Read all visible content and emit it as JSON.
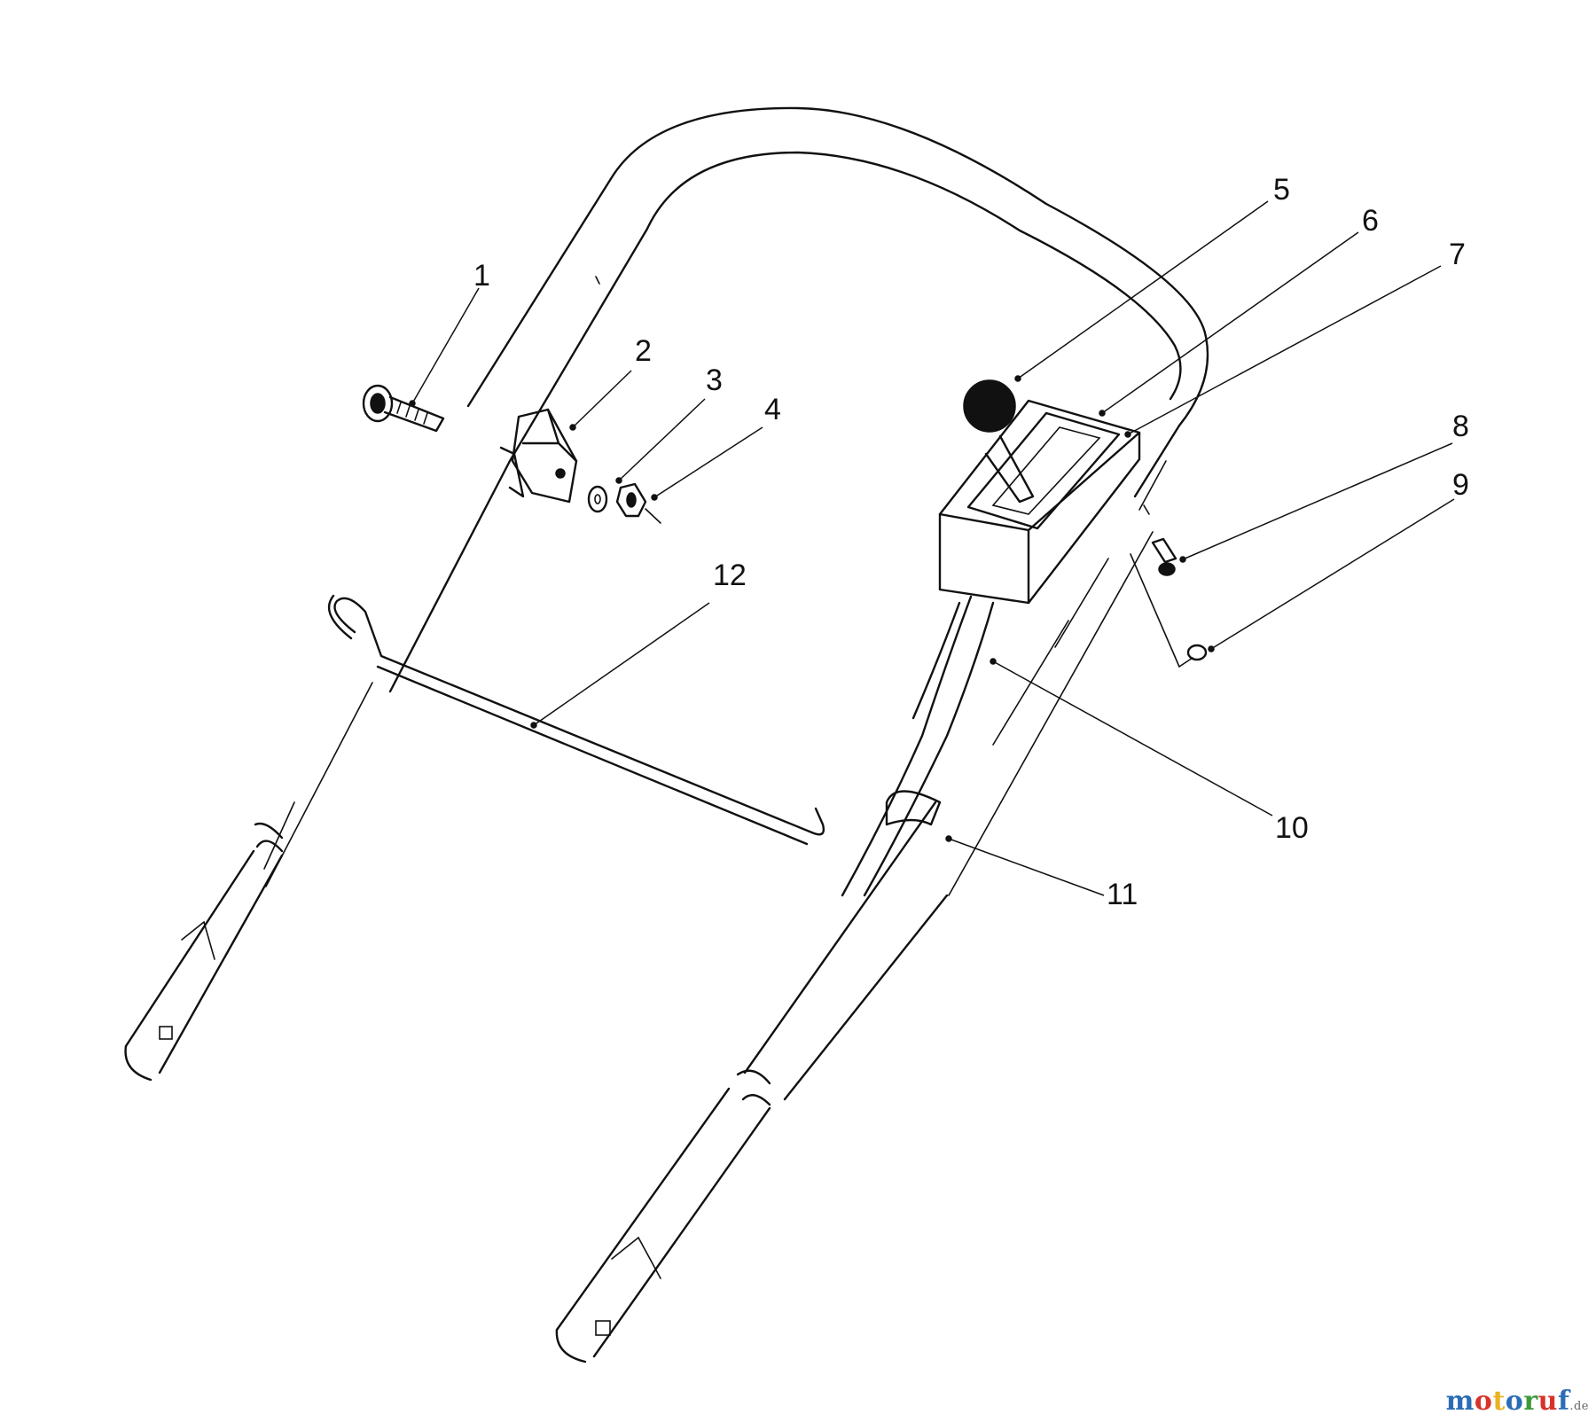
{
  "callouts": [
    {
      "id": "part-1",
      "text": "1"
    },
    {
      "id": "part-2",
      "text": "2"
    },
    {
      "id": "part-3",
      "text": "3"
    },
    {
      "id": "part-4",
      "text": "4"
    },
    {
      "id": "part-5",
      "text": "5"
    },
    {
      "id": "part-6",
      "text": "6"
    },
    {
      "id": "part-7",
      "text": "7"
    },
    {
      "id": "part-8",
      "text": "8"
    },
    {
      "id": "part-9",
      "text": "9"
    },
    {
      "id": "part-10",
      "text": "10"
    },
    {
      "id": "part-11",
      "text": "11"
    },
    {
      "id": "part-12",
      "text": "12"
    }
  ],
  "watermark": {
    "letters": [
      "m",
      "o",
      "t",
      "o",
      "r",
      "u",
      "f"
    ],
    "letter_colors": [
      "#2a6db5",
      "#d8322a",
      "#e9b321",
      "#2a6db5",
      "#3b9a3b",
      "#d8322a",
      "#2a6db5"
    ],
    "suffix": ".de"
  },
  "colors": {
    "ink": "#111111",
    "background": "#ffffff"
  }
}
